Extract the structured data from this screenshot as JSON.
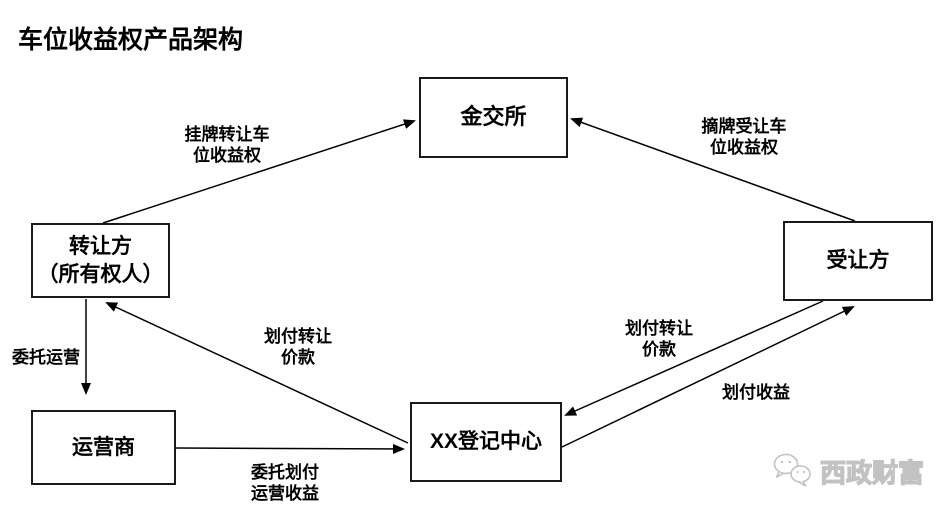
{
  "title": "车位收益权产品架构",
  "nodes": {
    "exchange": {
      "label": "金交所"
    },
    "transferor": {
      "lines": [
        "转让方",
        "（所有权人）"
      ]
    },
    "transferee": {
      "label": "受让方"
    },
    "operator": {
      "label": "运营商"
    },
    "registry": {
      "label": "XX登记中心"
    }
  },
  "edge_labels": {
    "list_transfer": [
      "挂牌转让车",
      "位收益权"
    ],
    "delist_accept": [
      "摘牌受让车",
      "位收益权"
    ],
    "entrust_operation": "委托运营",
    "pay_price_to_transferor": [
      "划付转让",
      "价款"
    ],
    "pay_price_from_transferee": [
      "划付转让",
      "价款"
    ],
    "pay_revenue": "划付收益",
    "entrust_pay_operating_revenue": [
      "委托划付",
      "运营收益"
    ]
  },
  "watermark": {
    "icon": "wechat-icon",
    "text": "西政财富"
  },
  "colors": {
    "background": "#ffffff",
    "line": "#000000",
    "box_border": "#1a1a1a",
    "text": "#000000",
    "watermark": "#c2c2c2"
  }
}
